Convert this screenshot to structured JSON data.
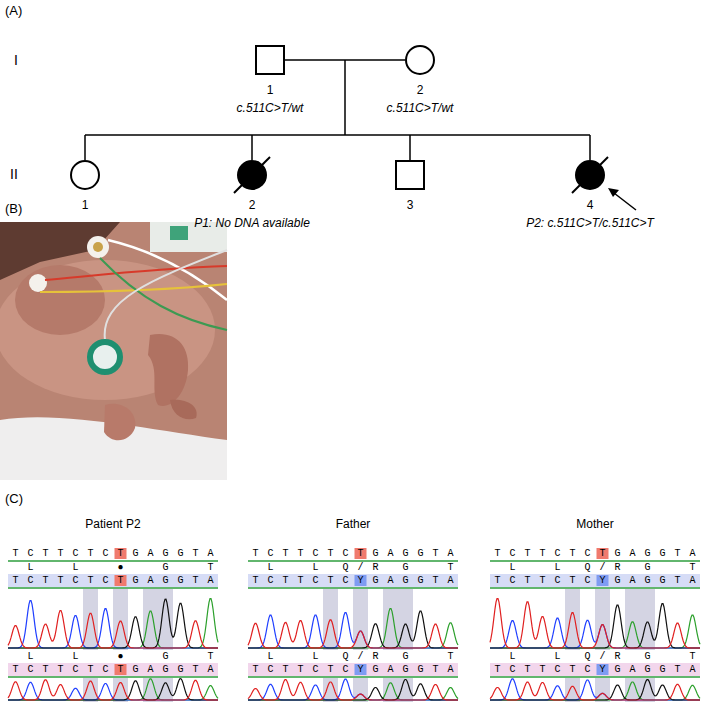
{
  "diagram": {
    "nodes": [
      {
        "text": [
          "1",
          "c.511C>T/wt"
        ]
      },
      {
        "text": [
          "2",
          "c.511C>T/wt"
        ]
      },
      {
        "text": [
          "1"
        ]
      },
      {
        "text": [
          "2",
          "P1: No DNA available"
        ]
      },
      {
        "text": [
          "3"
        ]
      },
      {
        "text": [
          "4",
          "P2: c.511C>T/c.511C>T"
        ]
      }
    ],
    "edges": [
      {
        "from": 0,
        "to": 1,
        "arrow": "none"
      }
    ],
    "labels": [
      "(A)",
      "I",
      "II",
      "(B)",
      "(C)",
      "Patient P2",
      "Father",
      "Mother",
      "TCTTCTCTGAGGTA",
      "L  L  ●  G  T",
      "TCTTCTCTGAGGTA",
      "L  L  ●  G  T",
      "TCTTCTCTGAGGTA",
      "TCTTCTCTGAGGTA",
      "L  L Q/R G  T",
      "TCTTCTCYGAGGTA",
      "L  L Q/R G  T",
      "TCTTCTCYGAGGTA",
      "TCTTCTCTGAGGTA",
      "L  L Q/R G  T",
      "TCTTCTCYGAGGTA",
      "L  L Q/R G  T",
      "TCTTCTCYGAGGTA"
    ]
  }
}
